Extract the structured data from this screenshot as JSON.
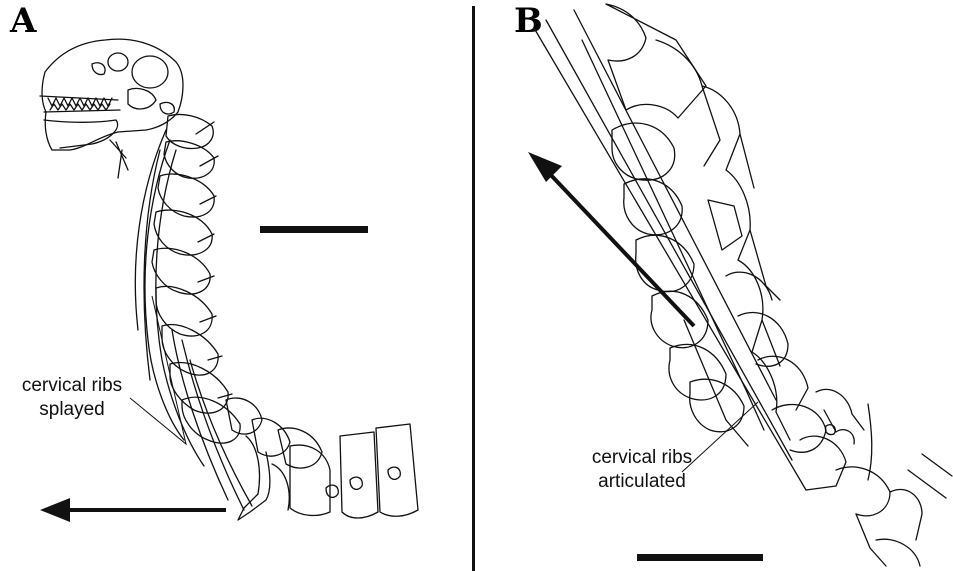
{
  "panel_a": {
    "letter": "A",
    "callout": {
      "line1": "cervical ribs",
      "line2": "splayed"
    }
  },
  "panel_b": {
    "letter": "B",
    "callout": {
      "line1": "cervical ribs",
      "line2": "articulated"
    }
  },
  "colors": {
    "ink": "#111111",
    "background": "#ffffff"
  },
  "icons": [
    "scale-bar",
    "direction-arrow"
  ]
}
